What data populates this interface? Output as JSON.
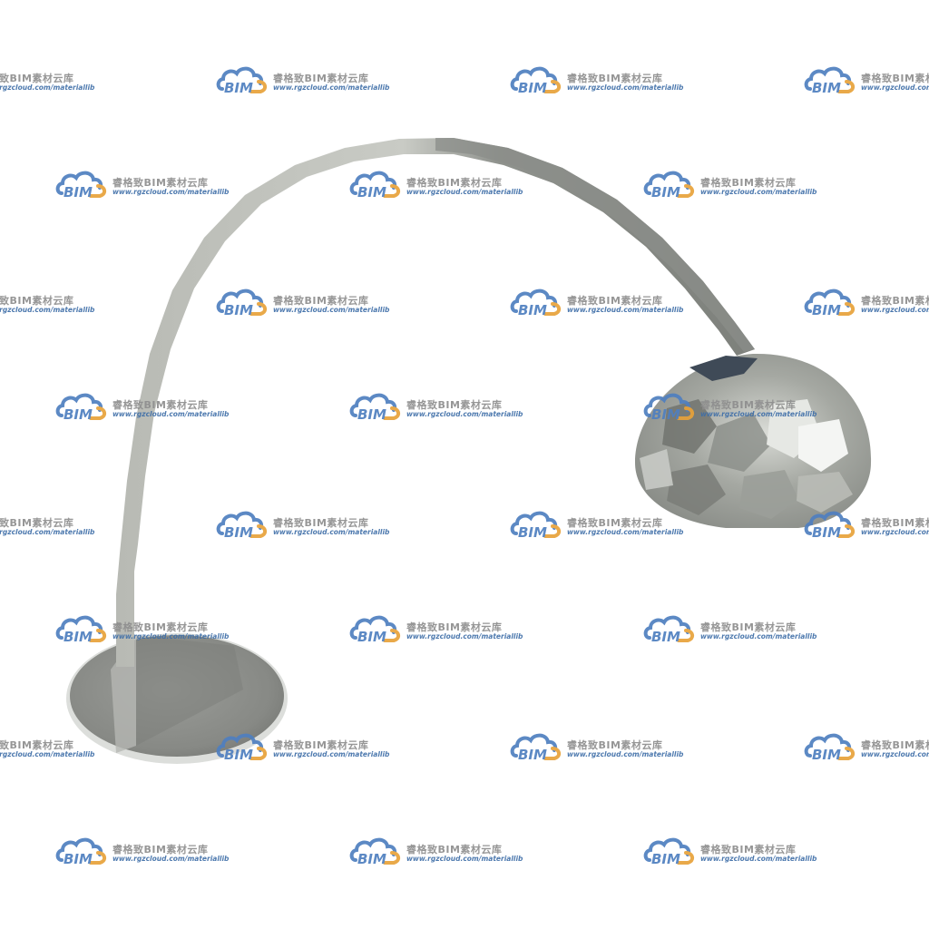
{
  "watermark": {
    "logo_text": "BIM",
    "name": "睿格致BIM素材云库",
    "url": "www.rgzcloud.com/materiallib",
    "logo_blue": "#4f7fc0",
    "logo_orange": "#e8a23a"
  },
  "scene": {
    "subject": "arc-floor-lamp-icon",
    "metal_color": "#a9aba6",
    "shade_color": "#9ea19b",
    "base_color": "#8b8d89"
  }
}
